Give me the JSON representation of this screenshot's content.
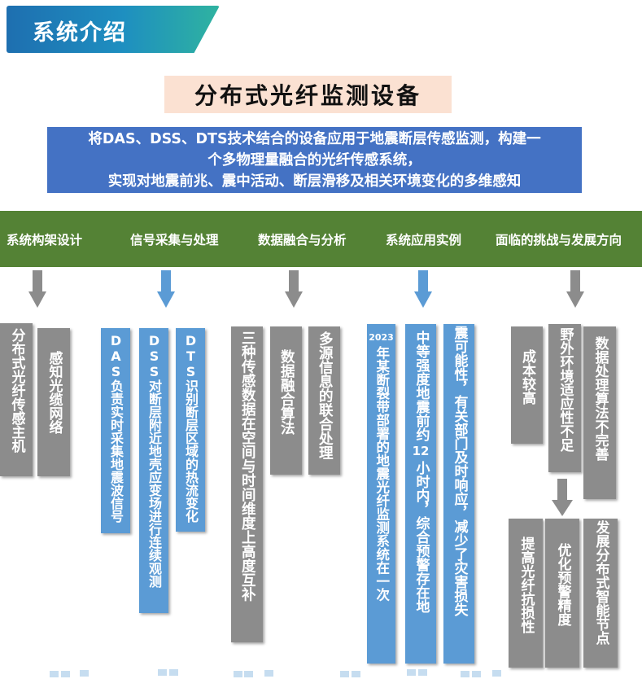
{
  "header": {
    "section_title": "系统介绍"
  },
  "main_title": "分布式光纤监测设备",
  "description": [
    "将DAS、DSS、DTS技术结合的设备应用于地震断层传感监测，构建一",
    "个多物理量融合的光纤传感系统，",
    "实现对地震前兆、震中活动、断层滑移及相关环境变化的多维感知"
  ],
  "categories": [
    "系统构架设计",
    "信号采集与处理",
    "数据融合与分析",
    "系统应用实例",
    "面临的挑战与发展方向"
  ],
  "boxes": {
    "arch_1": "分布式光纤传感主机",
    "arch_2": "感知光缆网络",
    "sig_das": "DAS负责实时采集地震波信号",
    "sig_dss": "DSS对断层附近地壳应变场进行连续观测",
    "sig_dts": "DTS识别断层区域的热流变化",
    "fus_1": "三种传感数据在空间与时间维度上高度互补",
    "fus_2": "数据融合算法",
    "fus_3": "多源信息的联合处理",
    "app_year": "2023",
    "app_1": "年某断裂带部署的地震光纤监测系统在一次",
    "app_2a": "中等强度地震前约",
    "app_2b": "12",
    "app_2c": "小时内，综合预警存在地",
    "app_3": "震可能性，有关部门及时响应，减少了灾害损失",
    "ch_1": "成本较高",
    "ch_2": "野外环境适应性不足",
    "ch_3": "数据处理算法不完善",
    "dir_1": "提高光纤抗损性",
    "dir_2": "优化预警精度",
    "dir_3": "发展分布式智能节点"
  },
  "colors": {
    "banner_start": "#1e6fb0",
    "banner_end": "#2fb3a0",
    "title_bg": "#fbe1d2",
    "desc_bg": "#4472c4",
    "category_bar": "#548235",
    "gray_box": "#8c8c8c",
    "blue_box": "#5b9bd5"
  }
}
